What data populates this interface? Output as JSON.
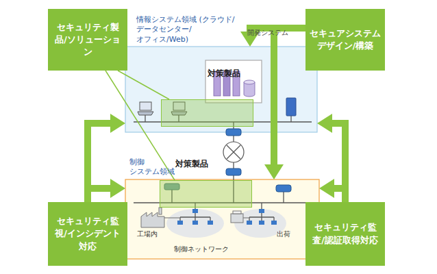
{
  "diagram": {
    "nodes": [
      {
        "text": [
          "セキュリティ製品/ソリューション"
        ]
      },
      {
        "text": [
          "情報システム領域 (クラウド/データセンター/オフィス/Web)"
        ]
      },
      {
        "text": [
          "開発システム"
        ],
        "in": 1
      },
      {
        "text": [
          "対策製品"
        ],
        "in": 1
      },
      {
        "text": [
          "セキュアシステムデザイン/構築"
        ]
      },
      {
        "text": [
          "制御 システム領域"
        ]
      },
      {
        "text": [
          "対策製品"
        ],
        "in": 5
      },
      {
        "text": [
          "セキュリティ監視/インシデント対応"
        ]
      },
      {
        "text": [
          "セキュリティ監査/認証取得対応"
        ]
      }
    ],
    "edges": [
      {
        "from": 0,
        "to": 3,
        "arrow": "none"
      },
      {
        "from": 0,
        "to": 6,
        "arrow": "none"
      },
      {
        "from": 4,
        "to": 1,
        "arrow": "to"
      },
      {
        "from": 4,
        "to": 5,
        "arrow": "to"
      },
      {
        "from": 7,
        "to": 1,
        "arrow": "to"
      },
      {
        "from": 7,
        "to": 5,
        "arrow": "to"
      },
      {
        "from": 8,
        "to": 1,
        "arrow": "to"
      },
      {
        "from": 8,
        "to": 5,
        "arrow": "to"
      }
    ],
    "labels": [
      "工場内",
      "出荷",
      "制御ネットワーク"
    ]
  }
}
